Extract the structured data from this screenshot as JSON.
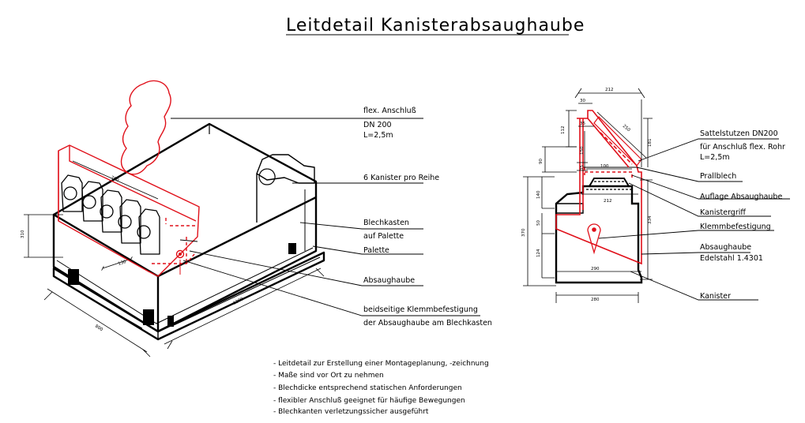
{
  "title": "Leitdetail Kanisterabsaughaube",
  "left_labels": {
    "flex_anschluss": "flex. Anschluß",
    "dn": "DN 200",
    "laenge": "L=2,5m",
    "kanister_reihe": "6 Kanister pro Reihe",
    "blechkasten": "Blechkasten",
    "auf_palette": "auf Palette",
    "palette": "Palette",
    "absaughaube": "Absaughaube",
    "klemm_1": "beidseitige Klemmbefestigung",
    "klemm_2": "der Absaughaube am Blechkasten"
  },
  "left_dims": {
    "d790": "790",
    "d310": "310",
    "d130": "130",
    "d800": "800",
    "d1200": "1200"
  },
  "right_labels": {
    "sattelstutzen": "Sattelstutzen DN200",
    "fuer_anschluss": "für Anschluß flex. Rohr",
    "laenge": "L=2,5m",
    "prallblech": "Prallblech",
    "auflage": "Auflage Absaughaube",
    "kanistergriff": "Kanistergriff",
    "klemmbefestigung": "Klemmbefestigung",
    "absaughaube": "Absaughaube",
    "edelstahl": "Edelstahl 1.4301",
    "kanister": "Kanister"
  },
  "right_dims": {
    "d212_top": "212",
    "d30": "30",
    "d35a": "35",
    "d250": "250",
    "d181": "181",
    "d112": "112",
    "d150": "150",
    "d90": "90",
    "d35b": "35",
    "d100": "100",
    "d212_mid": "212",
    "d140": "140",
    "d370": "370",
    "d50": "50",
    "d124": "124",
    "d334": "334",
    "d290": "290",
    "d280": "280"
  },
  "notes": [
    "- Leitdetail zur Erstellung einer Montageplanung, -zeichnung",
    "- Maße sind vor Ort zu nehmen",
    "- Blechdicke entsprechend statischen Anforderungen",
    "- flexibler Anschluß geeignet für häufige Bewegungen",
    "- Blechkanten verletzungssicher ausgeführt"
  ],
  "colors": {
    "line": "#000000",
    "accent": "#e0101a"
  }
}
